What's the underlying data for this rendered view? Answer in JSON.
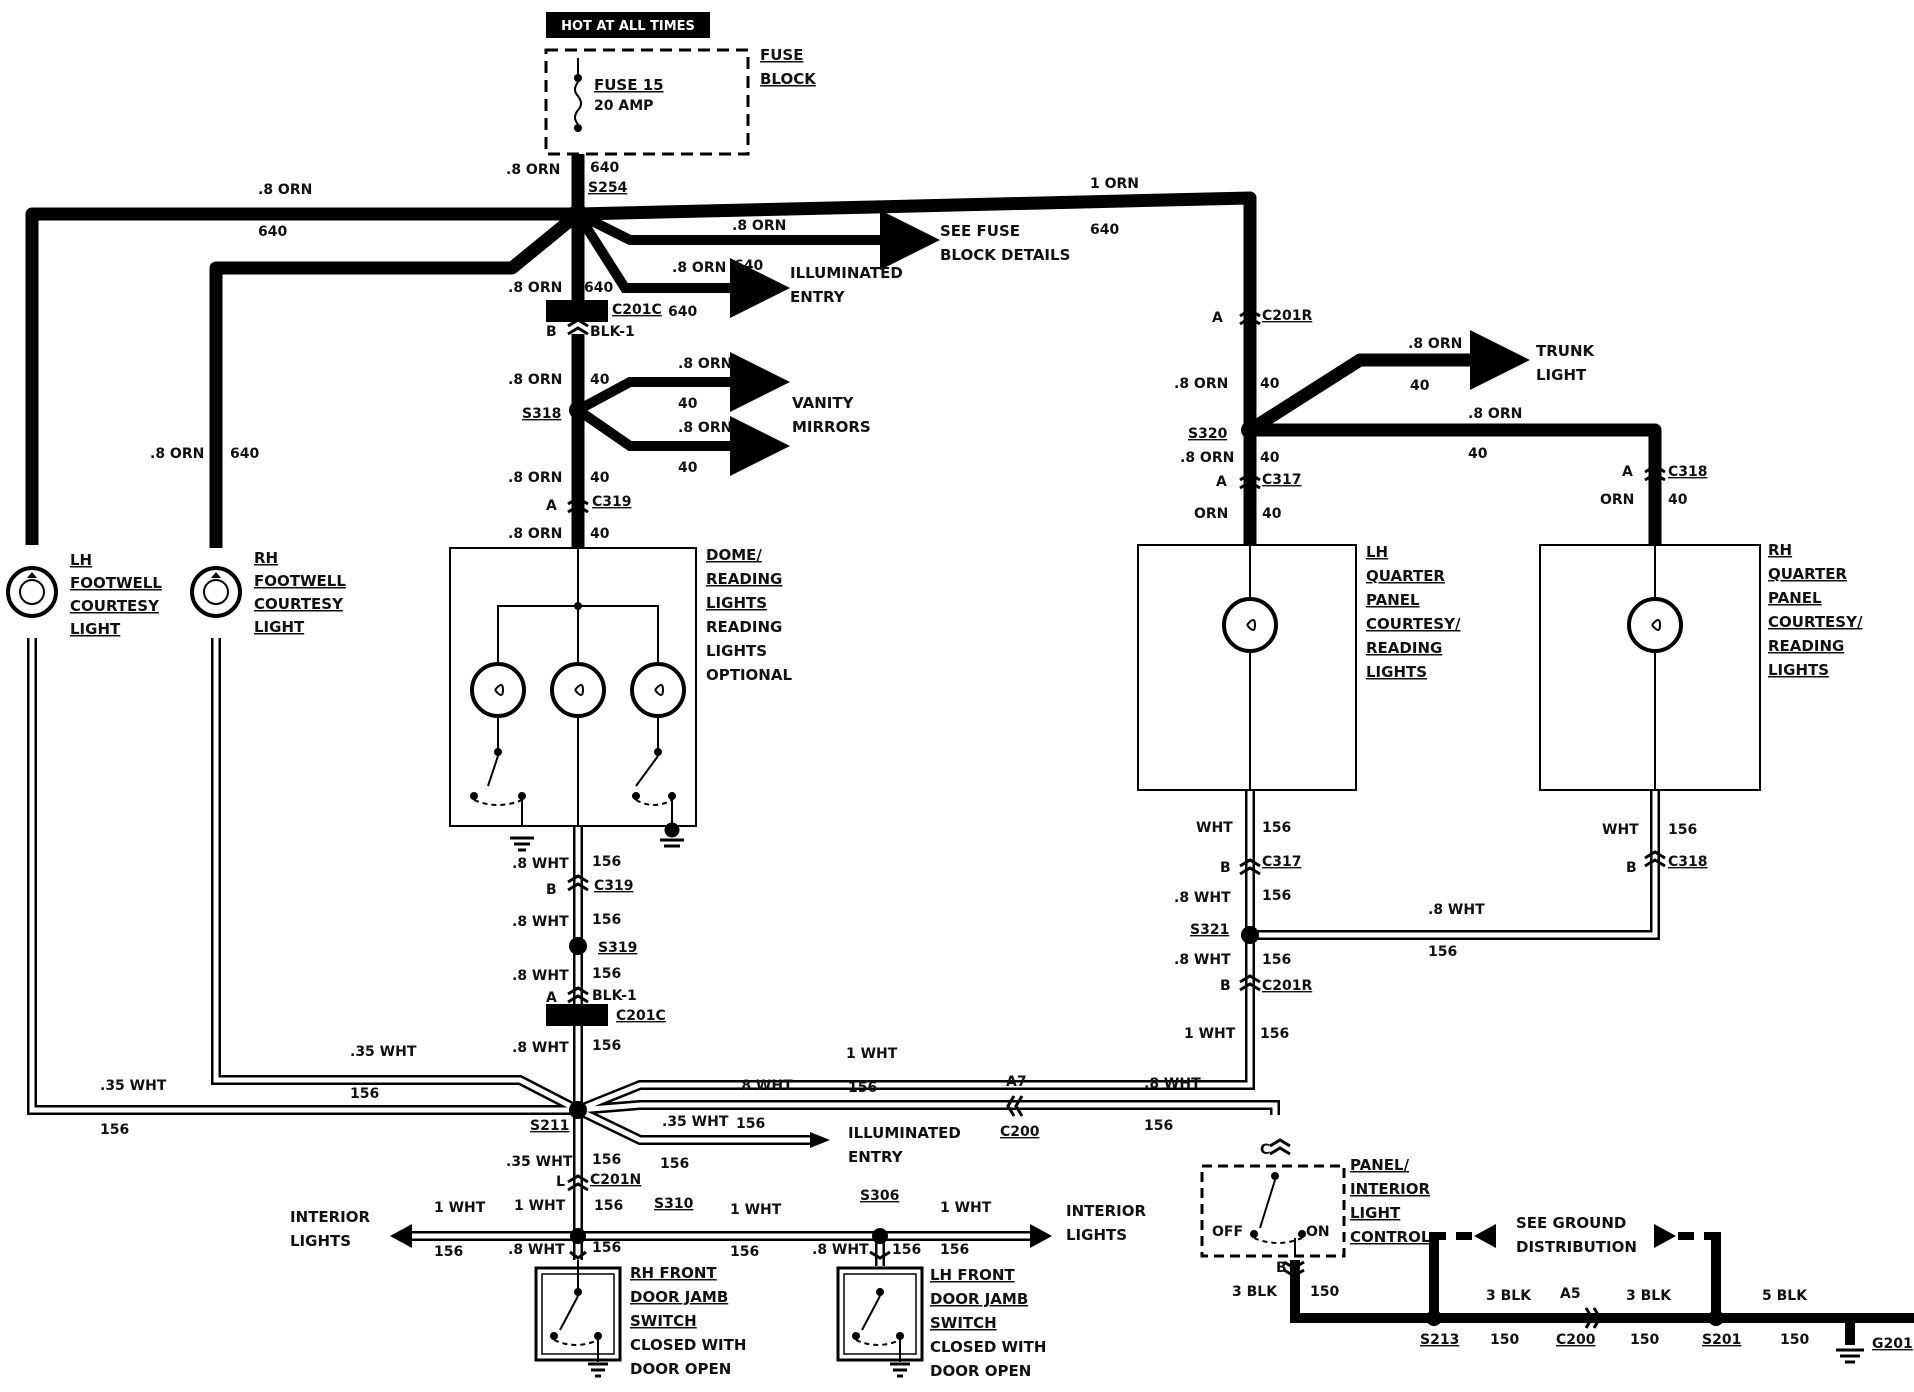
{
  "hot_label": "HOT AT ALL TIMES",
  "fuse_block": {
    "line1": "FUSE",
    "line2": "BLOCK",
    "fuse_name": "FUSE 15",
    "fuse_rating": "20 AMP"
  },
  "wire_colors": {
    "w08orn": ".8 ORN",
    "w1orn": "1 ORN",
    "orn": "ORN",
    "w08wht": ".8 WHT",
    "w035wht": ".35 WHT",
    "w1wht": "1 WHT",
    "wht": "WHT",
    "w3blk": "3 BLK",
    "w5blk": "5 BLK"
  },
  "circuits": {
    "c640": "640",
    "c40": "40",
    "c156": "156",
    "c150": "150"
  },
  "connectors": {
    "C201C": "C201C",
    "C201R": "C201R",
    "C201N": "C201N",
    "C319": "C319",
    "C317": "C317",
    "C318": "C318",
    "C200": "C200",
    "BLK1": "BLK-1",
    "pinA": "A",
    "pinB": "B",
    "pinC": "C",
    "pinL": "L",
    "pinA7": "A7",
    "pinA5": "A5"
  },
  "splices": {
    "S254": "S254",
    "S318": "S318",
    "S320": "S320",
    "S319": "S319",
    "S321": "S321",
    "S211": "S211",
    "S310": "S310",
    "S306": "S306",
    "S213": "S213",
    "S201": "S201"
  },
  "ground": "G201",
  "destinations": {
    "see_fuse_1": "SEE FUSE",
    "see_fuse_2": "BLOCK DETAILS",
    "illum_1": "ILLUMINATED",
    "illum_2": "ENTRY",
    "vanity_1": "VANITY",
    "vanity_2": "MIRRORS",
    "trunk_1": "TRUNK",
    "trunk_2": "LIGHT",
    "interior_1": "INTERIOR",
    "interior_2": "LIGHTS",
    "see_ground_1": "SEE GROUND",
    "see_ground_2": "DISTRIBUTION"
  },
  "components": {
    "lh_footwell": [
      "LH",
      "FOOTWELL",
      "COURTESY",
      "LIGHT"
    ],
    "rh_footwell": [
      "RH",
      "FOOTWELL",
      "COURTESY",
      "LIGHT"
    ],
    "dome": [
      "DOME/",
      "READING",
      "LIGHTS",
      "READING",
      "LIGHTS",
      "OPTIONAL"
    ],
    "lh_quarter": [
      "LH",
      "QUARTER",
      "PANEL",
      "COURTESY/",
      "READING",
      "LIGHTS"
    ],
    "rh_quarter": [
      "RH",
      "QUARTER",
      "PANEL",
      "COURTESY/",
      "READING",
      "LIGHTS"
    ],
    "panel_ctrl": [
      "PANEL/",
      "INTERIOR",
      "LIGHT",
      "CONTROL"
    ],
    "switch_off": "OFF",
    "switch_on": "ON",
    "rh_jamb": [
      "RH FRONT",
      "DOOR JAMB",
      "SWITCH",
      "CLOSED WITH",
      "DOOR OPEN"
    ],
    "lh_jamb": [
      "LH FRONT",
      "DOOR JAMB",
      "SWITCH",
      "CLOSED WITH",
      "DOOR OPEN"
    ]
  }
}
